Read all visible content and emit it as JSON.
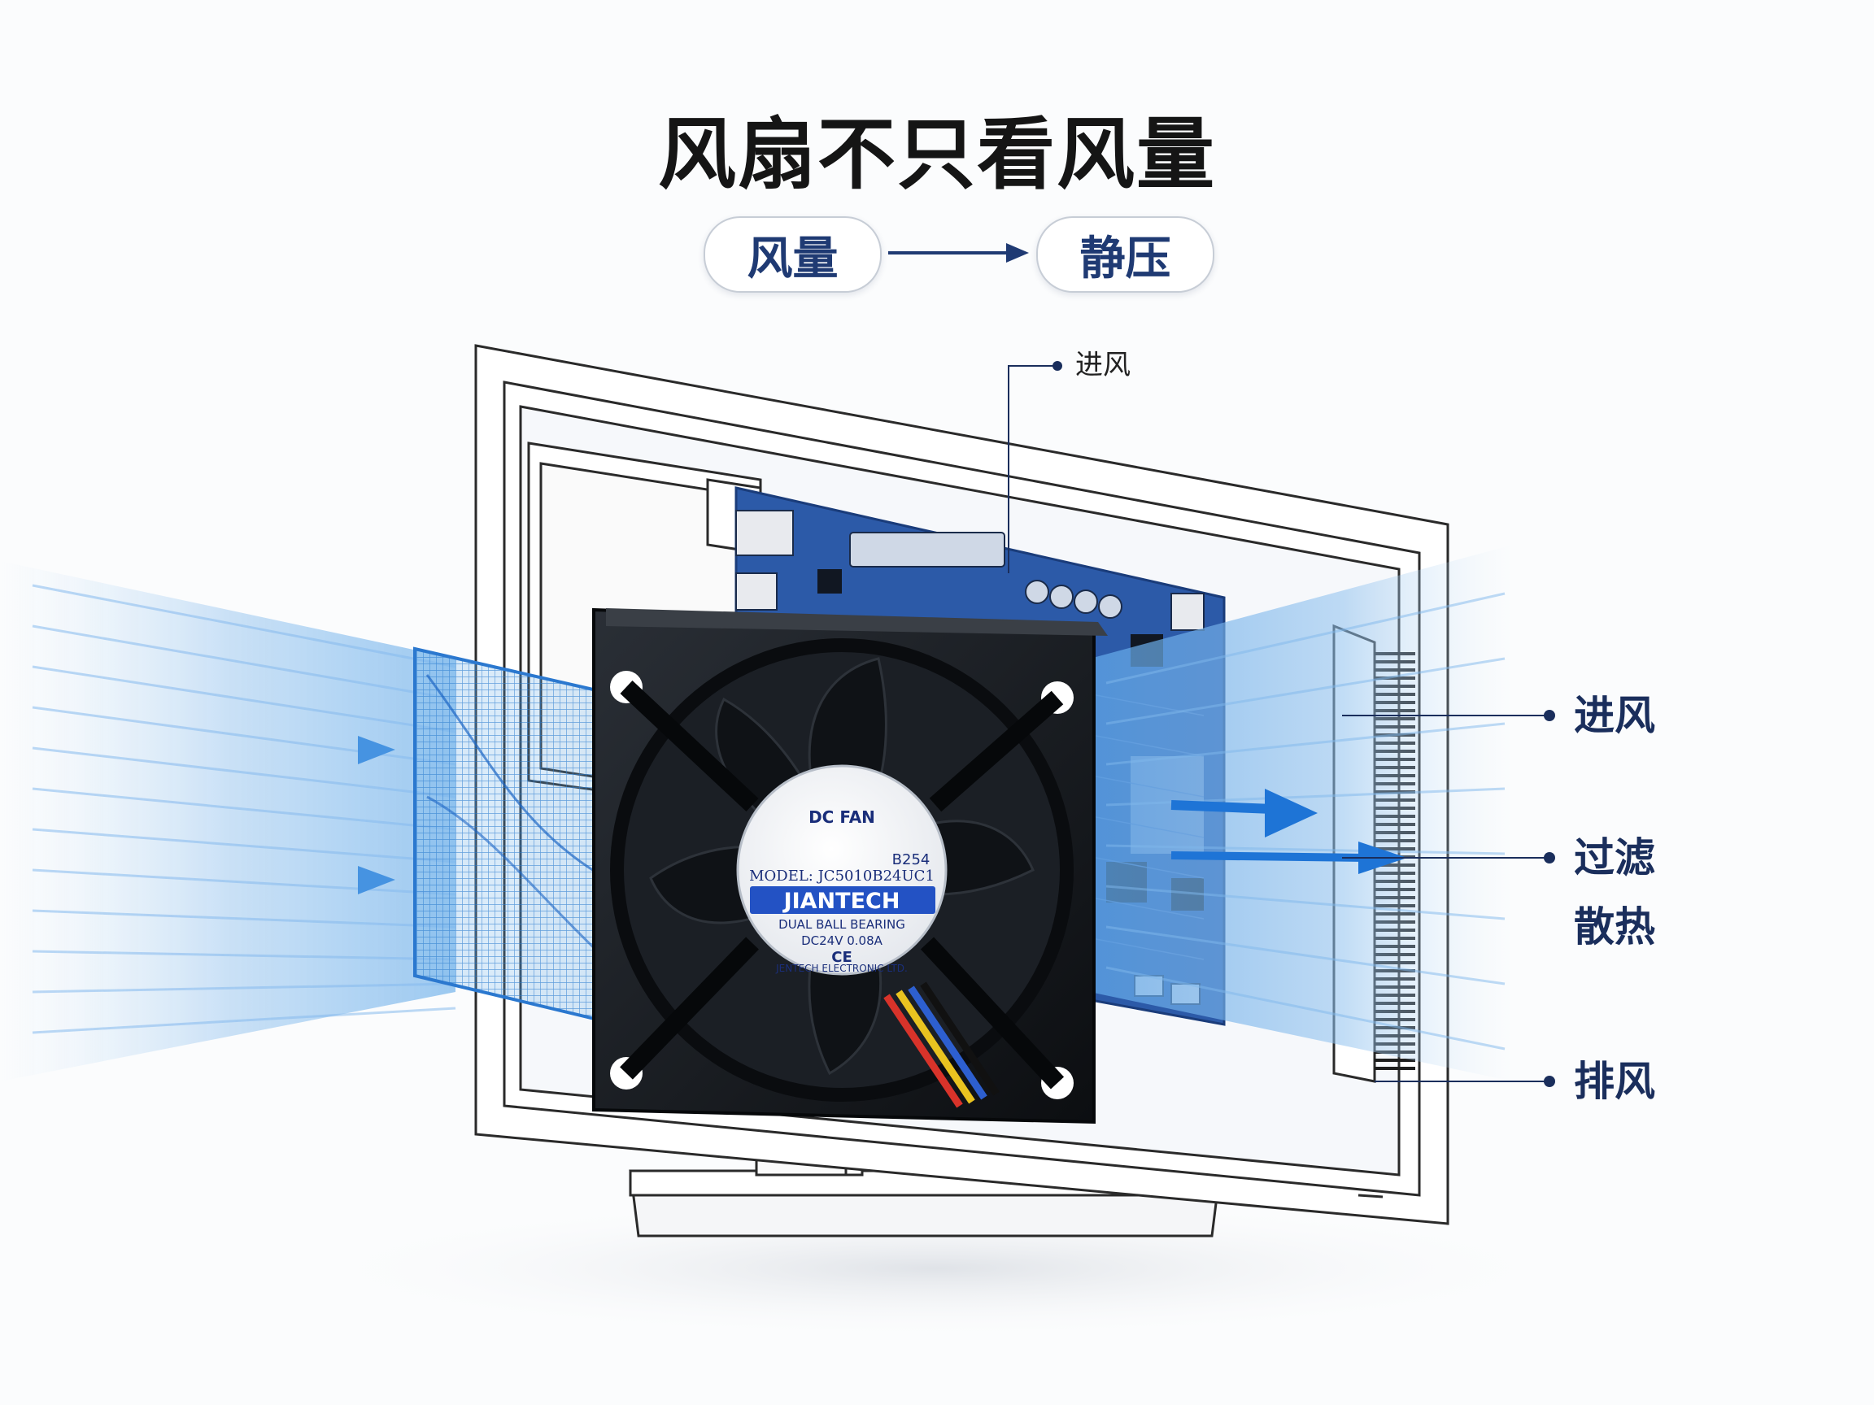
{
  "title": "风扇不只看风量",
  "flow": {
    "from": "风量",
    "to": "静压"
  },
  "callouts": {
    "top": "进风",
    "intake": "进风",
    "filter": "过滤",
    "cooling": "散热",
    "exhaust": "排风"
  },
  "fan_label": {
    "type": "DC FAN",
    "code": "B254",
    "model": "MODEL: JC5010B24UC1",
    "brand": "JIANTECH",
    "bearing": "DUAL BALL BEARING",
    "rating": "DC24V   0.08A",
    "ce": "CE",
    "maker": "JENTECH ELECTRONIC LTD."
  },
  "colors": {
    "accent": "#1f3a73",
    "airflow": "#3a8fe0",
    "pcb": "#2c5aa8",
    "fan": "#15181d"
  }
}
